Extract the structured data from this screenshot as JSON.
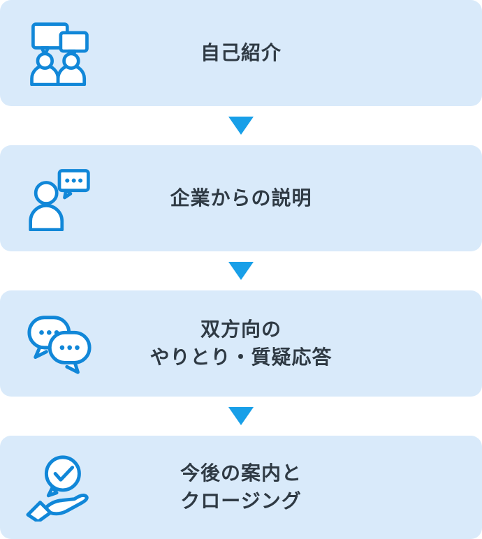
{
  "diagram": {
    "title": "interview-flow",
    "colors": {
      "step_background": "#d9eafa",
      "icon_stroke": "#1187d8",
      "arrow": "#189fe8",
      "text": "#2f3a44",
      "page_background": "#ffffff"
    },
    "steps": [
      {
        "id": "self-introduction",
        "icon": "people-chat-icon",
        "lines": [
          "自己紹介"
        ]
      },
      {
        "id": "company-explanation",
        "icon": "person-speech-icon",
        "lines": [
          "企業からの説明"
        ]
      },
      {
        "id": "two-way-qa",
        "icon": "chat-bubbles-icon",
        "lines": [
          "双方向の",
          "やりとり・質疑応答"
        ]
      },
      {
        "id": "guidance-closing",
        "icon": "hand-check-icon",
        "lines": [
          "今後の案内と",
          "クロージング"
        ]
      }
    ],
    "arrow_between_steps": "down-triangle"
  }
}
